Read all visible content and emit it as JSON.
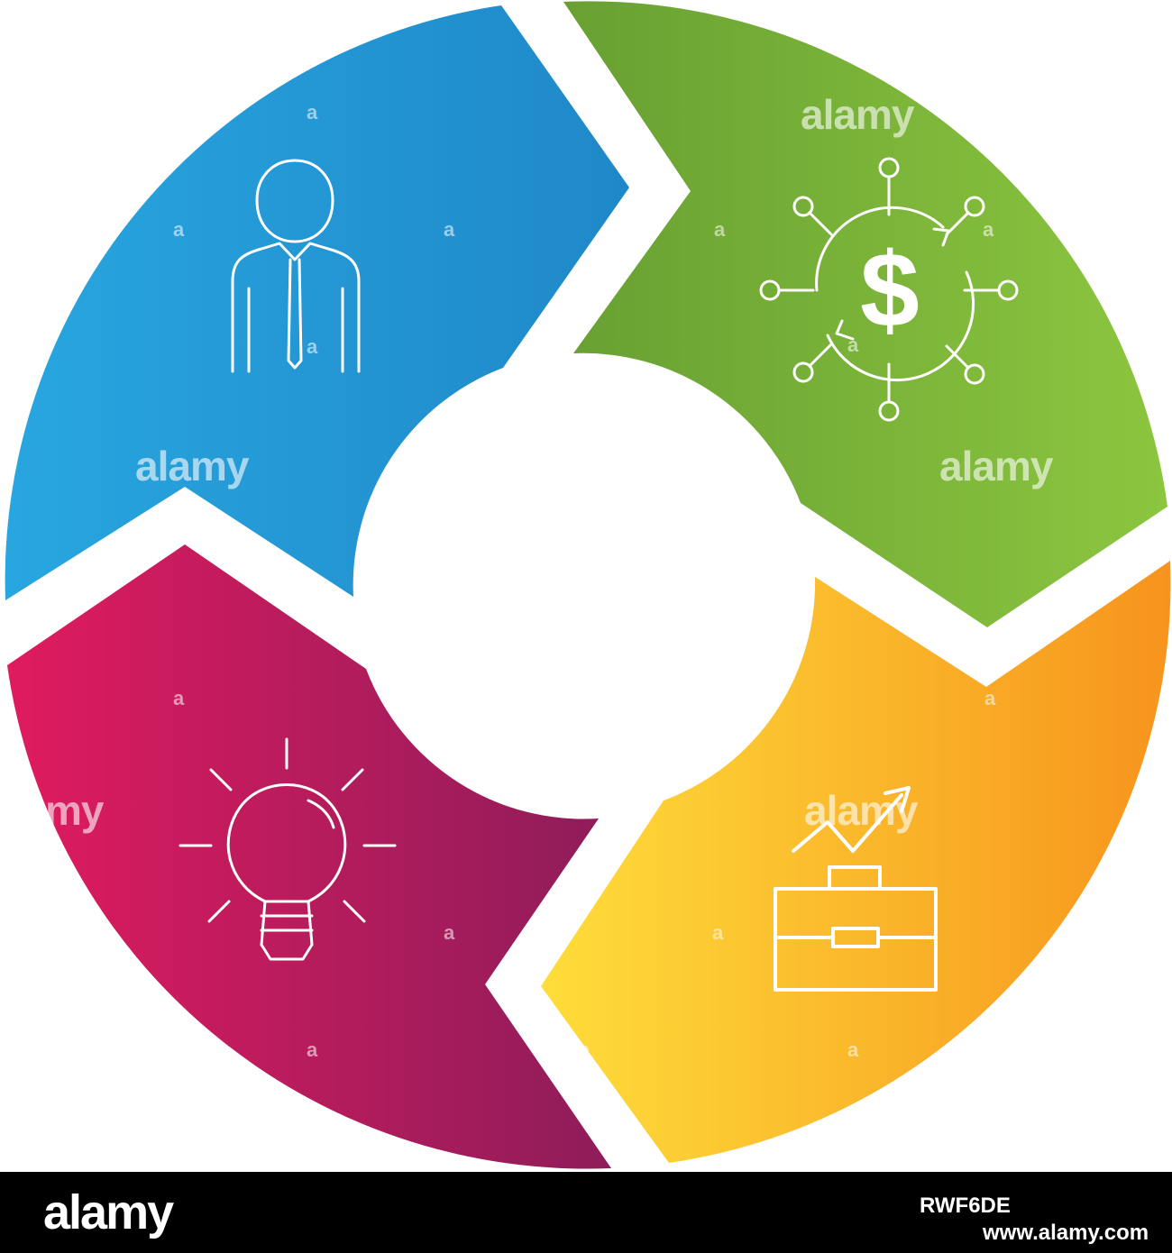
{
  "colors": {
    "blue_start": "#28a6e0",
    "blue_end": "#1f88c8",
    "green_start": "#68a032",
    "green_end": "#8cc63f",
    "orange_start": "#fedd3a",
    "orange_end": "#f7941d",
    "magenta_start": "#e01b5f",
    "magenta_end": "#8e1c5a",
    "icon_stroke": "#ffffff",
    "footer_bg": "#000000"
  },
  "segments": [
    {
      "name": "segment-people",
      "icon": "person-icon",
      "color": "blue"
    },
    {
      "name": "segment-money",
      "icon": "dollar-exchange-icon",
      "color": "green"
    },
    {
      "name": "segment-growth",
      "icon": "briefcase-growth-icon",
      "color": "orange"
    },
    {
      "name": "segment-idea",
      "icon": "light-bulb-icon",
      "color": "magenta"
    }
  ],
  "watermark": {
    "large_text": "alamy",
    "large_partial_text": "my",
    "small_text": "a"
  },
  "footer": {
    "logo": "alamy",
    "image_id": "RWF6DE",
    "site": "www.alamy.com"
  }
}
